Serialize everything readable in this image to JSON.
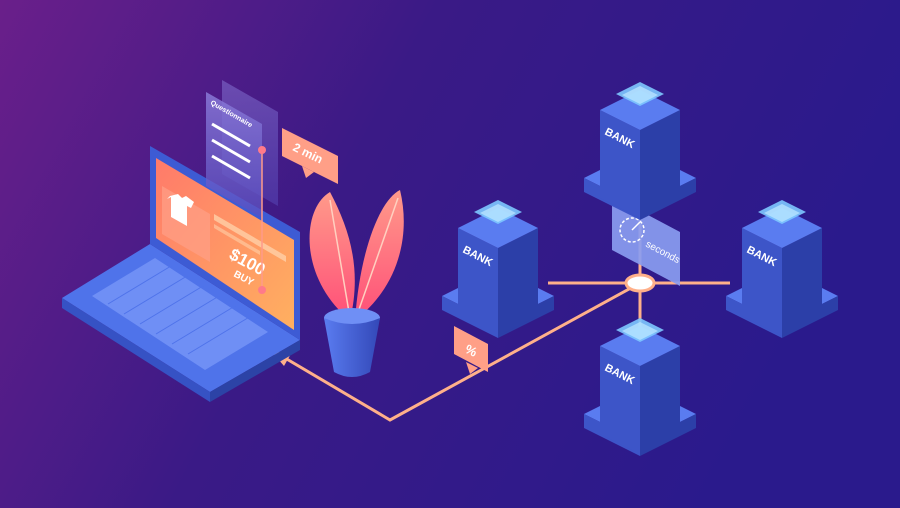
{
  "scene": {
    "background": {
      "left": "#6a1f8a",
      "mid": "#3a1a86",
      "right": "#2a1a8c"
    },
    "colors": {
      "bank_top": "#5a7cf0",
      "bank_left": "#3d55c8",
      "bank_right": "#2c3fa8",
      "accent_orange": "#ff9a5c",
      "accent_pink": "#ff5e7e",
      "connector": "#ffb08a",
      "laptop": "#4f73ea"
    },
    "banks": [
      {
        "label": "BANK"
      },
      {
        "label": "BANK"
      },
      {
        "label": "BANK"
      },
      {
        "label": "BANK"
      }
    ],
    "hub_badge": {
      "text": "seconds",
      "icon": "stopwatch-icon"
    },
    "percent_badge": {
      "text": "%"
    },
    "time_badge": {
      "text": "2 min"
    },
    "questionnaire": {
      "title": "Questionnaire"
    },
    "shop_card": {
      "price": "$100",
      "button": "BUY",
      "icon": "tshirt-icon"
    },
    "plant": {
      "icon": "plant-icon"
    }
  }
}
